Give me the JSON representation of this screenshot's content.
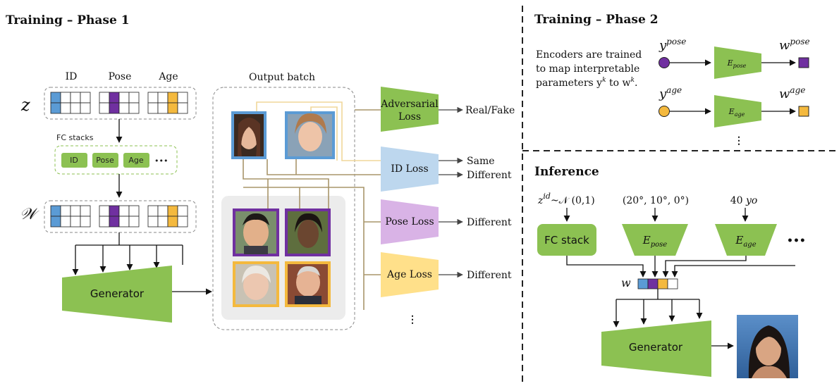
{
  "phase1": {
    "title": "Training – Phase 1",
    "latent_z": "z",
    "latent_w": "𝒲",
    "col_labels": [
      "ID",
      "Pose",
      "Age"
    ],
    "fc_stacks_label": "FC stacks",
    "fc_items": [
      "ID",
      "Pose",
      "Age"
    ],
    "ellipsis": "•••",
    "generator": "Generator",
    "output_batch": "Output batch",
    "losses": [
      {
        "name_line1": "Adversarial",
        "name_line2": "Loss",
        "outputs": [
          "Real/Fake"
        ]
      },
      {
        "name_line1": "ID Loss",
        "name_line2": "",
        "outputs": [
          "Same",
          "Different"
        ]
      },
      {
        "name_line1": "Pose Loss",
        "name_line2": "",
        "outputs": [
          "Different"
        ]
      },
      {
        "name_line1": "Age Loss",
        "name_line2": "",
        "outputs": [
          "Different"
        ]
      }
    ],
    "vertical_dots": "⋮"
  },
  "phase2": {
    "title": "Training – Phase 2",
    "description": [
      "Encoders are trained",
      "to map interpretable",
      "parameters y",
      "k",
      " to w",
      "k",
      "."
    ],
    "rows": [
      {
        "input_base": "y",
        "input_sup": "pose",
        "encoder_base": "E",
        "encoder_sub": "pose",
        "output_base": "w",
        "output_sup": "pose"
      },
      {
        "input_base": "y",
        "input_sup": "age",
        "encoder_base": "E",
        "encoder_sub": "age",
        "output_base": "w",
        "output_sup": "age"
      }
    ],
    "vertical_dots": "⋮"
  },
  "inference": {
    "title": "Inference",
    "input_id": {
      "base": "z",
      "sup": "id",
      "rest": "~𝒩 (0,1)"
    },
    "input_pose": "(20°, 10°, 0°)",
    "input_age": {
      "num": "40 ",
      "unit": "yo"
    },
    "fc_stack": "FC stack",
    "enc_pose": {
      "base": "E",
      "sub": "pose"
    },
    "enc_age": {
      "base": "E",
      "sub": "age"
    },
    "ellipsis": "•••",
    "w_label": "w",
    "generator": "Generator"
  },
  "colors": {
    "blue": "#5b9bd5",
    "purple": "#7030a0",
    "yellow": "#f4b93e",
    "green": "#8cc152",
    "loss_blue": "#bdd7ee",
    "loss_purple": "#d9b3e6",
    "loss_yellow": "#ffe08a",
    "tan_line": "#a8956a",
    "light_tan": "#f0d79a"
  }
}
